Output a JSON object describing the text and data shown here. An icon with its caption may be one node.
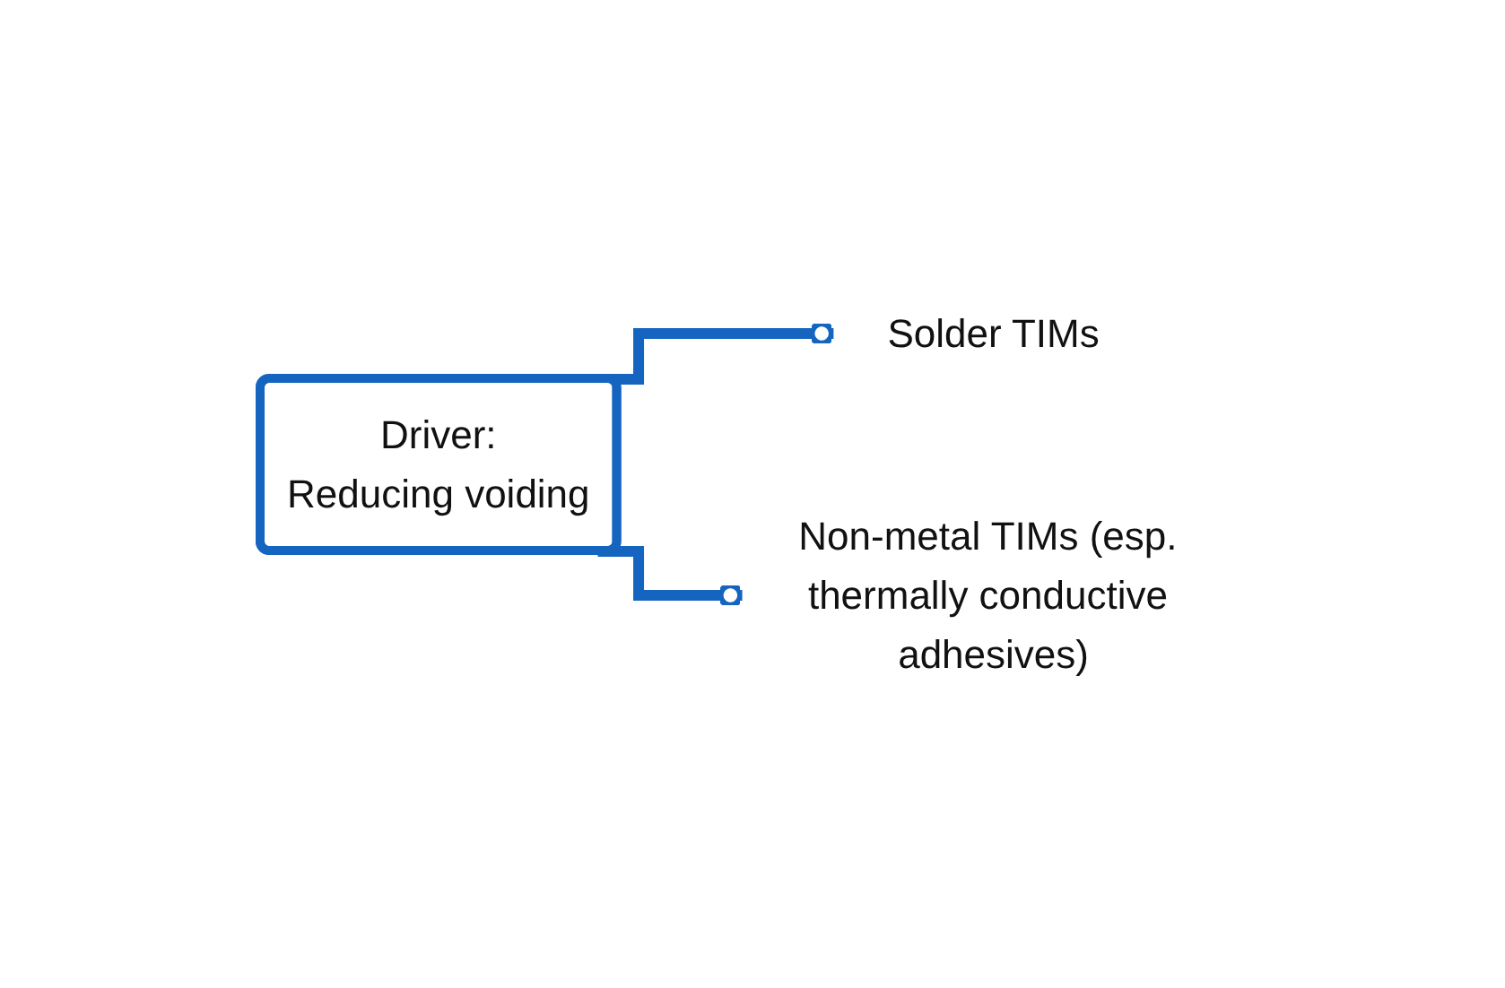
{
  "diagram": {
    "nodes": [
      {
        "text": [
          "Driver:",
          "Reducing voiding"
        ]
      },
      {
        "text": [
          "Solder TIMs"
        ]
      },
      {
        "text": [
          "Non-metal TIMs (esp. thermally conductive adhesives)"
        ]
      }
    ],
    "edges": [
      {
        "from": 0,
        "to": 1,
        "arrow": "other"
      },
      {
        "from": 0,
        "to": 2,
        "arrow": "other"
      }
    ]
  }
}
